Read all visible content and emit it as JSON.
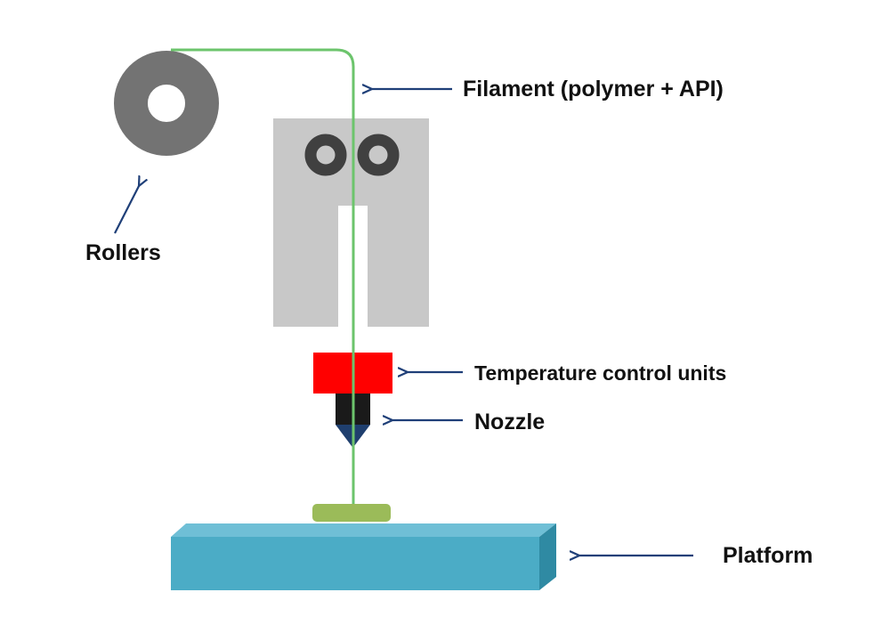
{
  "labels": {
    "filament": "Filament (polymer + API)",
    "rollers": "Rollers",
    "temperature": "Temperature control units",
    "nozzle": "Nozzle",
    "platform": "Platform"
  },
  "colors": {
    "filament": "#6cc46c",
    "spool": "#737373",
    "extruder_body": "#c8c8c8",
    "drive_rollers": "#404040",
    "heater": "#ff0000",
    "nozzle_body": "#1a1a1a",
    "nozzle_tip": "#1f3f6e",
    "printed_part": "#9bbb59",
    "platform_front": "#4bacc6",
    "platform_top": "#6fbfd6",
    "platform_side": "#2f8aa3",
    "arrow": "#1f3f78"
  },
  "icons": {
    "spool": "filament-spool-icon",
    "drive_rollers": "drive-roller-icon",
    "arrow": "left-arrow-icon"
  }
}
